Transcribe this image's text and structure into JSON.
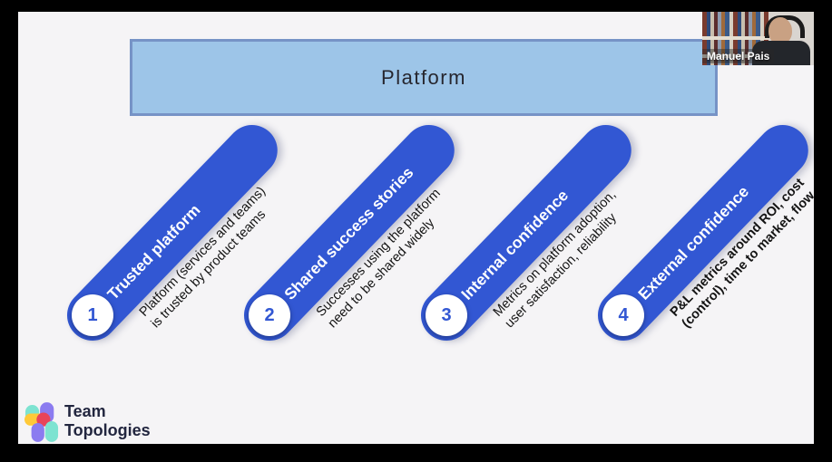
{
  "slide": {
    "platform_box": {
      "label": "Platform"
    },
    "steps": [
      {
        "number": "1",
        "title": "Trusted platform",
        "description": "Platform (services and teams)\nis trusted by product teams"
      },
      {
        "number": "2",
        "title": "Shared success stories",
        "description": "Successes using the platform\nneed to be shared widely"
      },
      {
        "number": "3",
        "title": "Internal confidence",
        "description": "Metrics on platform adoption,\nuser satisfaction, reliability"
      },
      {
        "number": "4",
        "title": "External confidence",
        "description": "P&L metrics around ROI, cost\n(control), time to market, flow"
      }
    ],
    "logo": {
      "line1": "Team",
      "line2": "Topologies"
    }
  },
  "webcam": {
    "presenter_name": "Manuel Pais"
  },
  "colors": {
    "capsule_blue": "#3257d3",
    "platform_fill": "#9dc5e8",
    "platform_border": "#7693c6",
    "slide_background": "#f5f4f6",
    "logo_teal": "#7de3d1",
    "logo_purple": "#8b7bf0",
    "logo_yellow": "#ffc938",
    "logo_red": "#e8445a"
  }
}
